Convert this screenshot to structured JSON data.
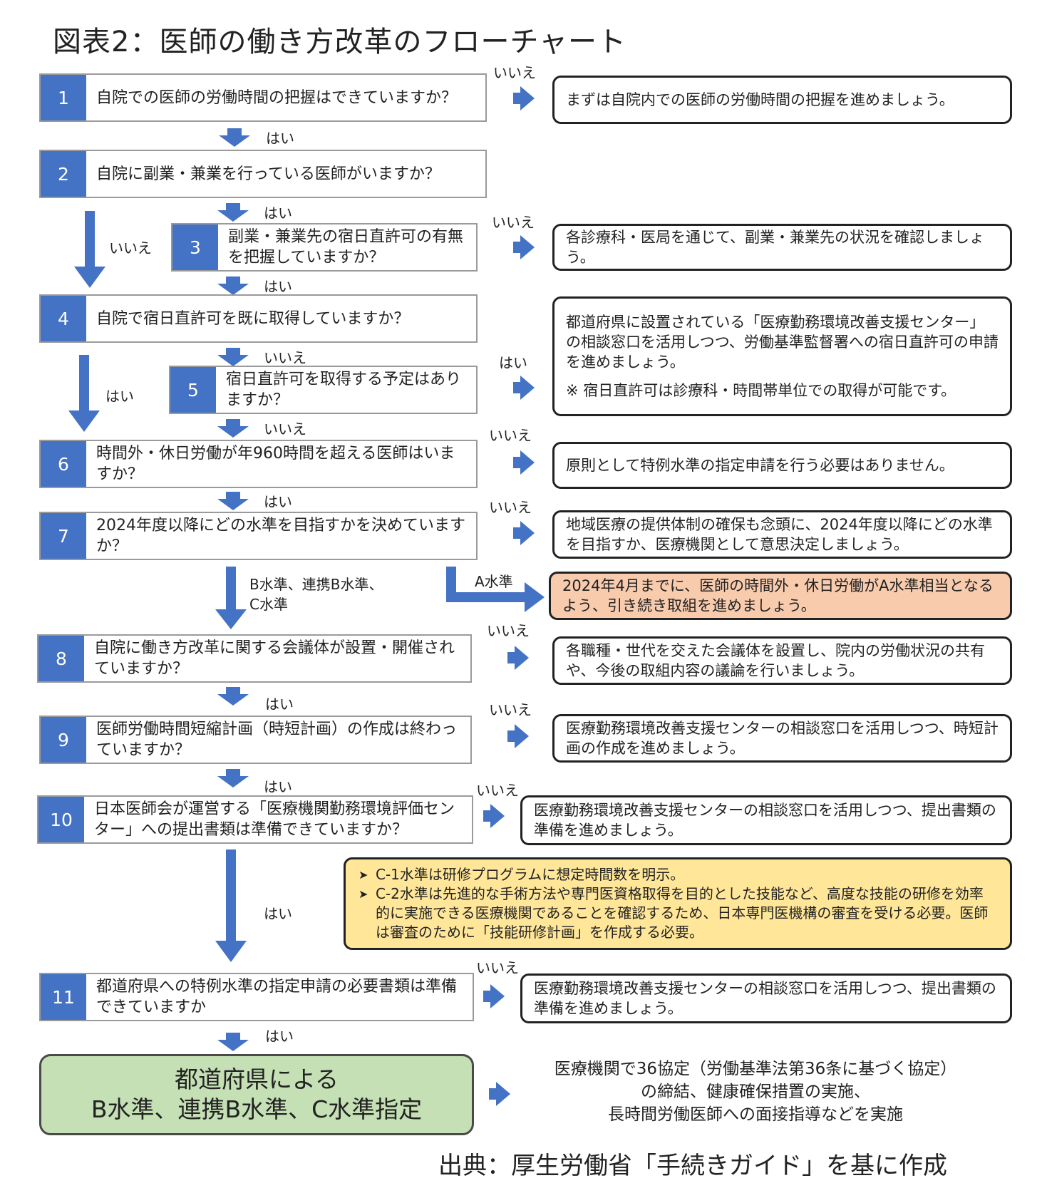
{
  "title": "図表2：医師の働き方改革のフローチャート",
  "source": "出典：厚生労働省「手続きガイド」を基に作成",
  "labels": {
    "yes": "はい",
    "no": "いいえ",
    "branch_b": "B水準、連携B水準、",
    "branch_c": "C水準",
    "branch_a": "A水準"
  },
  "questions": [
    {
      "num": "1",
      "text": "自院での医師の労働時間の把握はできていますか？"
    },
    {
      "num": "2",
      "text": "自院に副業・兼業を行っている医師がいますか？"
    },
    {
      "num": "3",
      "text": "副業・兼業先の宿日直許可の有無を把握していますか？"
    },
    {
      "num": "4",
      "text": "自院で宿日直許可を既に取得していますか？"
    },
    {
      "num": "5",
      "text": "宿日直許可を取得する予定はありますか？"
    },
    {
      "num": "6",
      "text": "時間外・休日労働が年960時間を超える医師はいますか？"
    },
    {
      "num": "7",
      "text": "2024年度以降にどの水準を目指すかを決めていますか？"
    },
    {
      "num": "8",
      "text": "自院に働き方改革に関する会議体が設置・開催されていますか？"
    },
    {
      "num": "9",
      "text": "医師労働時間短縮計画（時短計画）の作成は終わっていますか？"
    },
    {
      "num": "10",
      "text": "日本医師会が運営する「医療機関勤務環境評価センター」への提出書類は準備できていますか？"
    },
    {
      "num": "11",
      "text": "都道府県への特例水準の指定申請の必要書類は準備できていますか"
    }
  ],
  "actions": {
    "a1": "まずは自院内での医師の労働時間の把握を進めましょう。",
    "a3": "各診療科・医局を通じて、副業・兼業先の状況を確認しましょう。",
    "a4_main": "都道府県に設置されている「医療勤務環境改善支援センター」の相談窓口を活用しつつ、労働基準監督署への宿日直許可の申請を進めましょう。",
    "a4_note": "※ 宿日直許可は診療科・時間帯単位での取得が可能です。",
    "a6": "原則として特例水準の指定申請を行う必要はありません。",
    "a7": "地域医療の提供体制の確保も念頭に、2024年度以降にどの水準を目指すか、医療機関として意思決定しましょう。",
    "aA": "2024年4月までに、医師の時間外・休日労働がA水準相当となるよう、引き続き取組を進めましょう。",
    "a8": "各職種・世代を交えた会議体を設置し、院内の労働状況の共有や、今後の取組内容の議論を行いましょう。",
    "a9": "医療勤務環境改善支援センターの相談窓口を活用しつつ、時短計画の作成を進めましょう。",
    "a10": "医療勤務環境改善支援センターの相談窓口を活用しつつ、提出書類の準備を進めましょう。",
    "c_note1": "C-1水準は研修プログラムに想定時間数を明示。",
    "c_note2": "C-2水準は先進的な手術方法や専門医資格取得を目的とした技能など、高度な技能の研修を効率的に実施できる医療機関であることを確認するため、日本専門医機構の審査を受ける必要。医師は審査のために「技能研修計画」を作成する必要。",
    "a11": "医療勤務環境改善支援センターの相談窓口を活用しつつ、提出書類の準備を進めましょう。"
  },
  "final": {
    "line1": "都道府県による",
    "line2": "B水準、連携B水準、C水準指定"
  },
  "result": {
    "line1": "医療機関で36協定（労働基準法第36条に基づく協定）",
    "line2": "の締結、健康確保措置の実施、",
    "line3": "長時間労働医師への面接指導などを実施"
  },
  "colors": {
    "number_block": "#4472c4",
    "arrow": "#4472c4",
    "final_box": "#c5e0b4",
    "a_level_box": "#f8cbad",
    "c_note_box": "#ffe699"
  }
}
